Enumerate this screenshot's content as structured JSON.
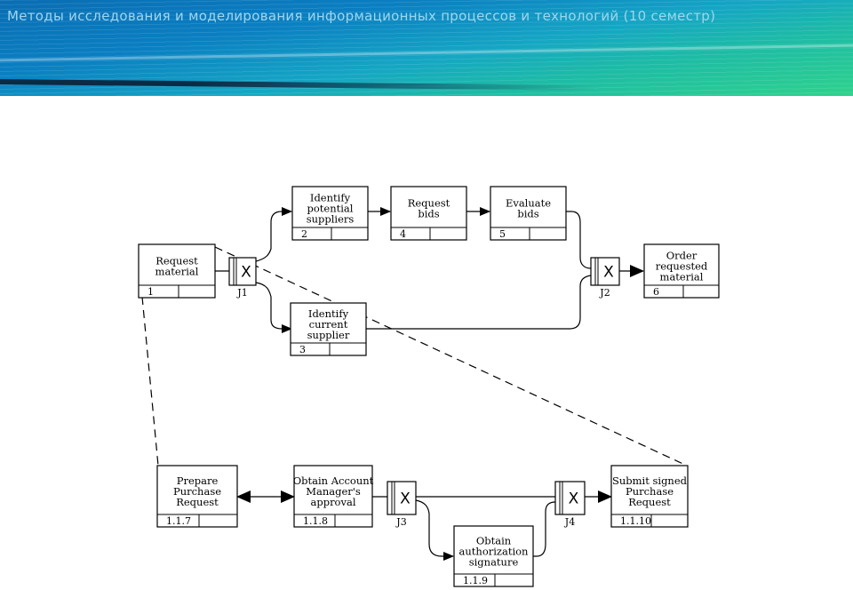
{
  "header": {
    "title": "Методы исследования и моделирования информационных процессов и технологий (10 семестр)"
  },
  "colors": {
    "header_blue": "#0a7fc2",
    "header_green": "#2fd28c",
    "title_text": "#9fd6ec"
  },
  "diagram": {
    "boxes": [
      {
        "id": "request-material",
        "lines": [
          "Request",
          "material"
        ],
        "number": "1"
      },
      {
        "id": "identify-potential-suppliers",
        "lines": [
          "Identify",
          "potential",
          "suppliers"
        ],
        "number": "2"
      },
      {
        "id": "identify-current-supplier",
        "lines": [
          "Identify",
          "current",
          "supplier"
        ],
        "number": "3"
      },
      {
        "id": "request-bids",
        "lines": [
          "Request",
          "bids"
        ],
        "number": "4"
      },
      {
        "id": "evaluate-bids",
        "lines": [
          "Evaluate",
          "bids"
        ],
        "number": "5"
      },
      {
        "id": "order-requested-material",
        "lines": [
          "Order",
          "requested",
          "material"
        ],
        "number": "6"
      },
      {
        "id": "prepare-purchase-request",
        "lines": [
          "Prepare",
          "Purchase",
          "Request"
        ],
        "number": "1.1.7"
      },
      {
        "id": "obtain-account-managers-approval",
        "lines": [
          "Obtain Account",
          "Manager's",
          "approval"
        ],
        "number": "1.1.8"
      },
      {
        "id": "obtain-authorization-signature",
        "lines": [
          "Obtain",
          "authorization",
          "signature"
        ],
        "number": "1.1.9"
      },
      {
        "id": "submit-signed-purchase-request",
        "lines": [
          "Submit signed",
          "Purchase",
          "Request"
        ],
        "number": "1.1.10"
      }
    ],
    "junctions": [
      {
        "id": "j1",
        "symbol": "X",
        "label": "J1"
      },
      {
        "id": "j2",
        "symbol": "X",
        "label": "J2"
      },
      {
        "id": "j3",
        "symbol": "X",
        "label": "J3"
      },
      {
        "id": "j4",
        "symbol": "X",
        "label": "J4"
      }
    ]
  }
}
